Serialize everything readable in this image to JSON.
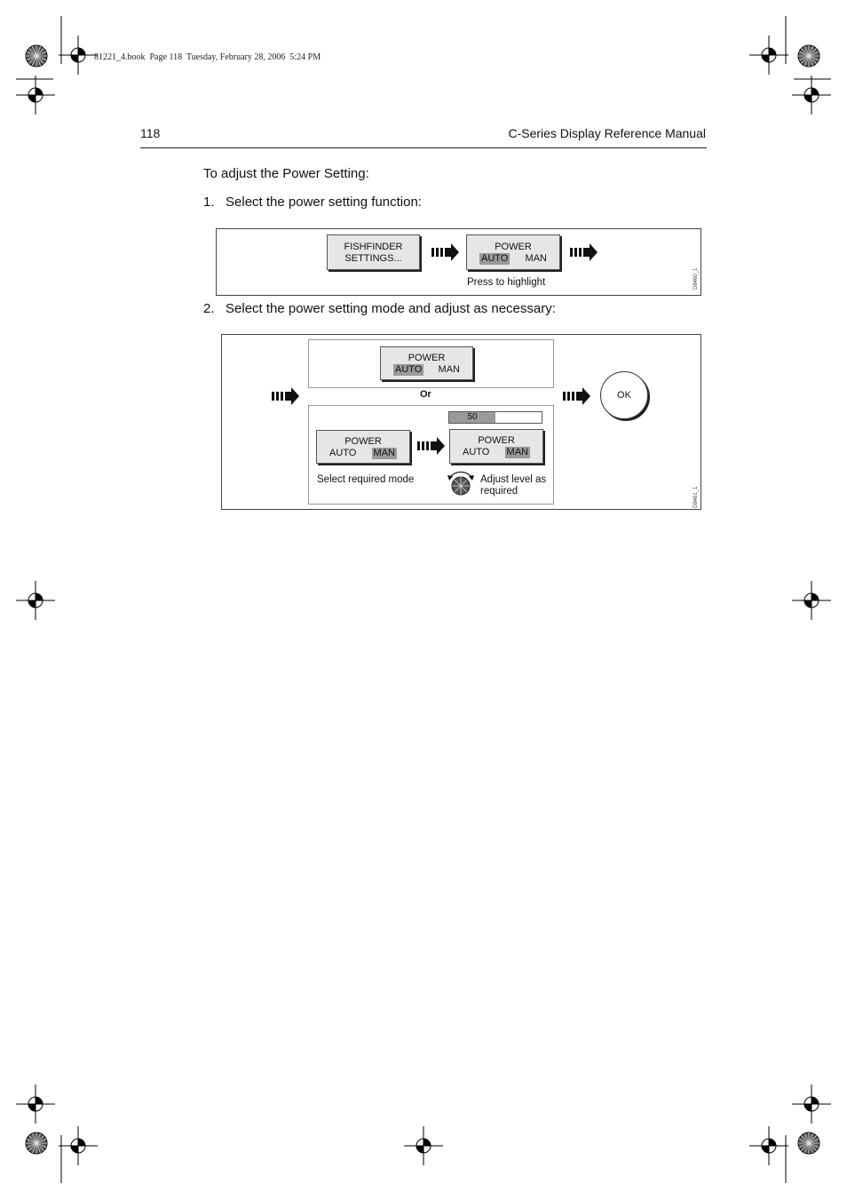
{
  "book_info": "81221_4.book  Page 118  Tuesday, February 28, 2006  5:24 PM",
  "header": {
    "page_number": "118",
    "manual_title": "C-Series Display Reference Manual"
  },
  "intro": "To adjust the Power Setting:",
  "steps": [
    "1.   Select the power setting function:",
    "2.   Select the power setting mode and adjust as necessary:"
  ],
  "figure1": {
    "key1_line1": "FISHFINDER",
    "key1_line2": "SETTINGS...",
    "key2_title": "POWER",
    "key2_opt1": "AUTO",
    "key2_opt2": "MAN",
    "caption": "Press to highlight",
    "code": "D8460_1"
  },
  "figure2": {
    "top_title": "POWER",
    "top_opt1": "AUTO",
    "top_opt2": "MAN",
    "or_label": "Or",
    "left_title": "POWER",
    "left_opt1": "AUTO",
    "left_opt2": "MAN",
    "right_title": "POWER",
    "right_opt1": "AUTO",
    "right_opt2": "MAN",
    "level_value": "50",
    "level_fraction": 0.5,
    "caption_left": "Select required mode",
    "caption_right_1": "Adjust level as",
    "caption_right_2": "required",
    "ok_label": "OK",
    "code": "D8461_1"
  }
}
